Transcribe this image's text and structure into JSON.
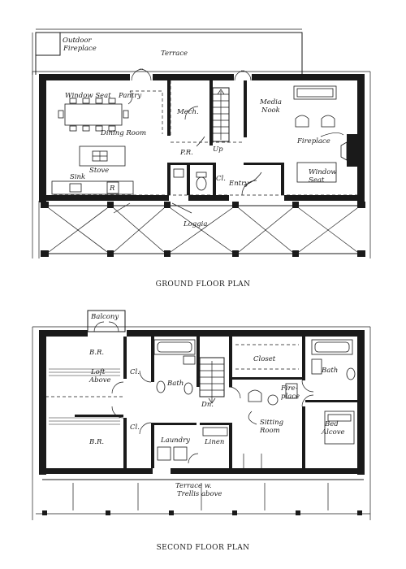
{
  "captions": {
    "ground": "GROUND FLOOR PLAN",
    "second": "SECOND FLOOR PLAN"
  },
  "ground_labels": {
    "outdoor_fireplace": [
      "Outdoor",
      "Fireplace"
    ],
    "terrace": "Terrace",
    "window_seat": "Window Seat",
    "pantry": "Pantry",
    "dining_room": "Dining Room",
    "stove": "Stove",
    "sink": "Sink",
    "refrigerator": "R",
    "mech": "Mech.",
    "up": "Up",
    "powder_room": "P.R.",
    "closet": "Cl.",
    "entry": "Entry",
    "media_nook": [
      "Media",
      "Nook"
    ],
    "fireplace": "Fireplace",
    "window_seat_right": [
      "Window",
      "Seat"
    ],
    "loggia": "Loggia"
  },
  "second_labels": {
    "balcony": "Balcony",
    "br_top": "B.R.",
    "loft_above": [
      "Loft",
      "Above"
    ],
    "closet_top": "Cl.",
    "br_bottom": "B.R.",
    "closet_bottom": "Cl.",
    "bath_left": "Bath",
    "down": "Dn.",
    "laundry": "Laundry",
    "linen": "Linen",
    "closet_big": "Closet",
    "fireplace": [
      "Fire-",
      "place"
    ],
    "sitting_room": [
      "Sitting",
      "Room"
    ],
    "bath_right": "Bath",
    "bed_alcove": [
      "Bed",
      "Alcove"
    ],
    "terrace": [
      "Terrace w.",
      "Trellis above"
    ]
  }
}
